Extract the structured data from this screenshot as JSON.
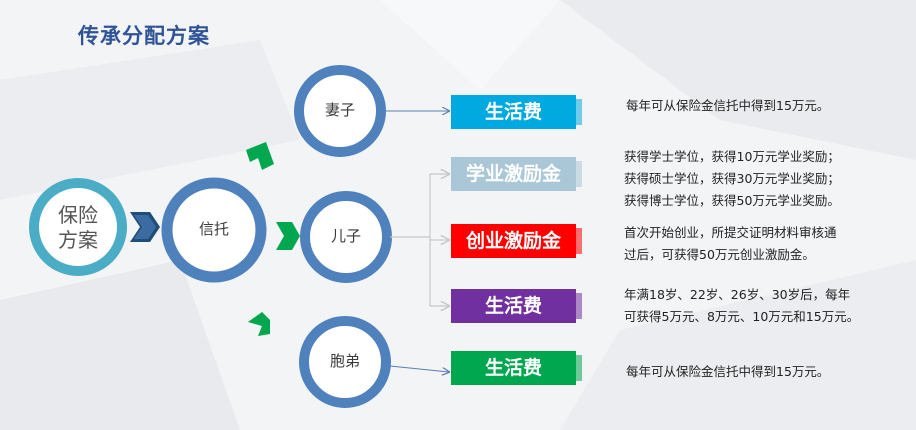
{
  "title": "传承分配方案",
  "source": {
    "label_line1": "保险",
    "label_line2": "方案"
  },
  "trust": {
    "label": "信托"
  },
  "beneficiaries": [
    {
      "label": "妻子"
    },
    {
      "label": "儿子"
    },
    {
      "label": "胞弟"
    }
  ],
  "tags": [
    {
      "label": "生活费",
      "color": "#00a9e0"
    },
    {
      "label": "学业激励金",
      "color": "#a9c7d6"
    },
    {
      "label": "创业激励金",
      "color": "#ff0000"
    },
    {
      "label": "生活费",
      "color": "#7030a0"
    },
    {
      "label": "生活费",
      "color": "#00a74e"
    }
  ],
  "descriptions": [
    {
      "lines": [
        "每年可从保险金信托中得到15万元。"
      ]
    },
    {
      "lines": [
        "获得学士学位，获得10万元学业奖励；",
        "获得硕士学位，获得30万元学业奖励；",
        "获得博士学位，获得50万元学业奖励。"
      ]
    },
    {
      "lines": [
        "首次开始创业，所提交证明材料审核通",
        "过后，可获得50万元创业激励金。"
      ]
    },
    {
      "lines": [
        "年满18岁、22岁、26岁、30岁后，每年",
        "可获得5万元、8万元、10万元和15万元。"
      ]
    },
    {
      "lines": [
        "每年可从保险金信托中得到15万元。"
      ]
    }
  ],
  "colors": {
    "ring": "#4f81bd",
    "source_ring": "#4bacc6",
    "source_fill": "#ffffff",
    "arrow_dark": "#1f4e79",
    "arrow_green": "#00a74e"
  }
}
